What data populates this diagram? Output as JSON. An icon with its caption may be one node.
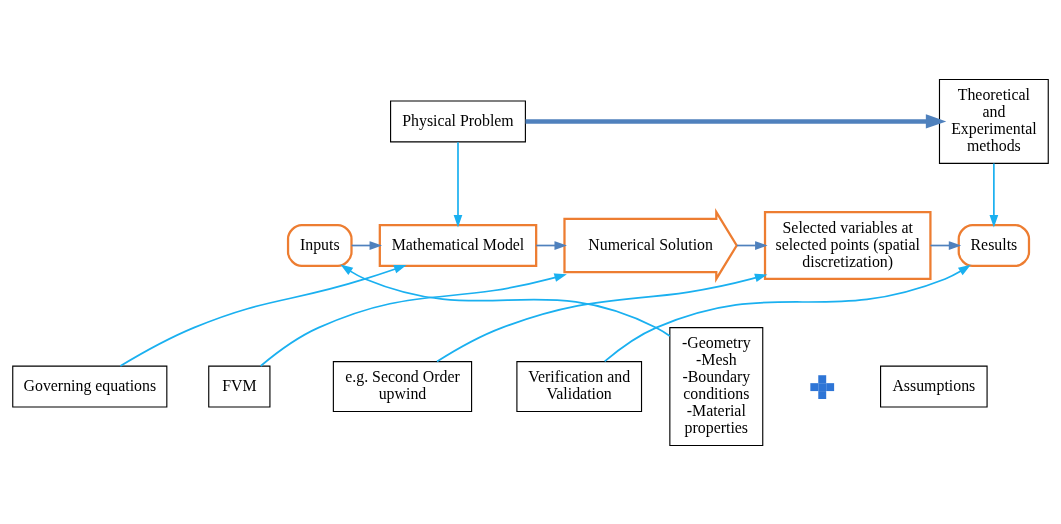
{
  "diagram": {
    "nodes": [
      {
        "text": [
          "Physical Problem"
        ]
      },
      {
        "text": [
          "Theoretical and Experimental methods"
        ]
      },
      {
        "text": [
          "Inputs"
        ]
      },
      {
        "text": [
          "Mathematical Model"
        ]
      },
      {
        "text": [
          "Numerical Solution"
        ]
      },
      {
        "text": [
          "Selected variables at selected points (spatial discretization)"
        ]
      },
      {
        "text": [
          "Results"
        ]
      },
      {
        "text": [
          "-Geometry -Mesh -Boundary conditions -Material properties"
        ]
      },
      {
        "text": [
          "Governing equations"
        ]
      },
      {
        "text": [],
        "shape": "cross"
      },
      {
        "text": [
          "Assumptions"
        ]
      },
      {
        "text": [
          "FVM"
        ]
      },
      {
        "text": [
          "e.g. Second Order upwind"
        ]
      },
      {
        "text": [
          "Verification and Validation"
        ]
      }
    ],
    "edges": [
      {
        "from": 0,
        "to": 1,
        "arrow": "to",
        "style": "thick",
        "color": "#4f81bd"
      },
      {
        "from": 0,
        "to": 3,
        "arrow": "to"
      },
      {
        "from": 2,
        "to": 3,
        "arrow": "to",
        "color": "#4f81bd"
      },
      {
        "from": 3,
        "to": 4,
        "arrow": "to",
        "color": "#4f81bd"
      },
      {
        "from": 4,
        "to": 5,
        "arrow": "to",
        "color": "#4f81bd"
      },
      {
        "from": 5,
        "to": 6,
        "arrow": "to",
        "color": "#4f81bd"
      },
      {
        "from": 1,
        "to": 6,
        "arrow": "to"
      },
      {
        "from": 7,
        "to": 2,
        "arrow": "to"
      },
      {
        "from": 8,
        "to": 3,
        "arrow": "to"
      },
      {
        "from": 11,
        "to": 4,
        "arrow": "to"
      },
      {
        "from": 12,
        "to": 5,
        "arrow": "to"
      },
      {
        "from": 13,
        "to": 6,
        "arrow": "to"
      }
    ]
  }
}
